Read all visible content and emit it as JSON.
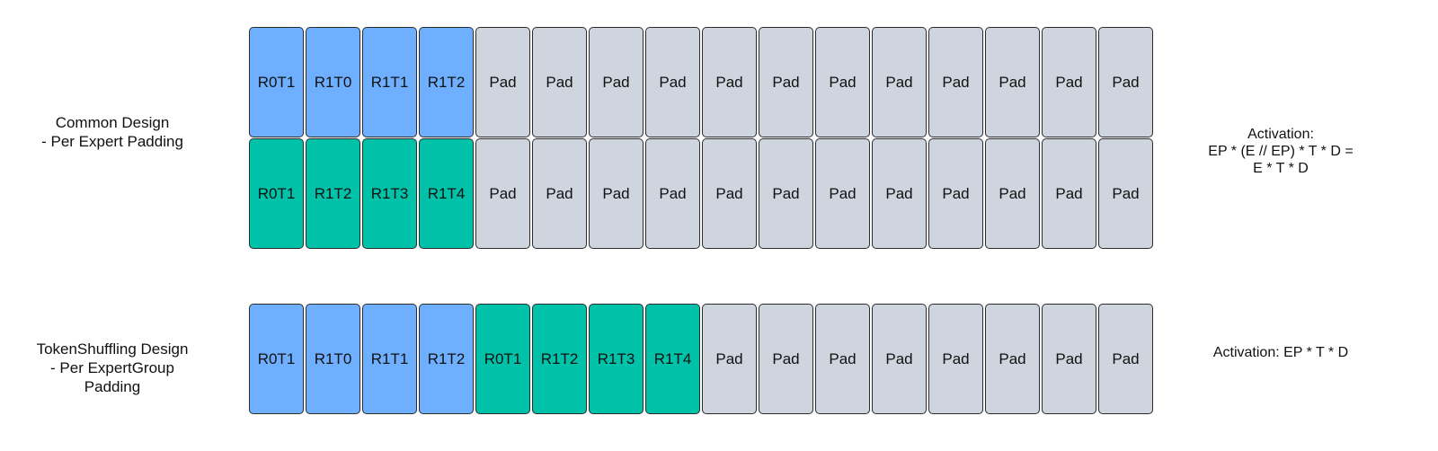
{
  "sections": [
    {
      "label": "Common Design\n- Per Expert Padding",
      "activation": "Activation:\nEP * (E // EP) * T * D =\nE * T * D",
      "rows": [
        [
          {
            "text": "R0T1",
            "kind": "blue"
          },
          {
            "text": "R1T0",
            "kind": "blue"
          },
          {
            "text": "R1T1",
            "kind": "blue"
          },
          {
            "text": "R1T2",
            "kind": "blue"
          },
          {
            "text": "Pad",
            "kind": "pad"
          },
          {
            "text": "Pad",
            "kind": "pad"
          },
          {
            "text": "Pad",
            "kind": "pad"
          },
          {
            "text": "Pad",
            "kind": "pad"
          },
          {
            "text": "Pad",
            "kind": "pad"
          },
          {
            "text": "Pad",
            "kind": "pad"
          },
          {
            "text": "Pad",
            "kind": "pad"
          },
          {
            "text": "Pad",
            "kind": "pad"
          },
          {
            "text": "Pad",
            "kind": "pad"
          },
          {
            "text": "Pad",
            "kind": "pad"
          },
          {
            "text": "Pad",
            "kind": "pad"
          },
          {
            "text": "Pad",
            "kind": "pad"
          }
        ],
        [
          {
            "text": "R0T1",
            "kind": "green"
          },
          {
            "text": "R1T2",
            "kind": "green"
          },
          {
            "text": "R1T3",
            "kind": "green"
          },
          {
            "text": "R1T4",
            "kind": "green"
          },
          {
            "text": "Pad",
            "kind": "pad"
          },
          {
            "text": "Pad",
            "kind": "pad"
          },
          {
            "text": "Pad",
            "kind": "pad"
          },
          {
            "text": "Pad",
            "kind": "pad"
          },
          {
            "text": "Pad",
            "kind": "pad"
          },
          {
            "text": "Pad",
            "kind": "pad"
          },
          {
            "text": "Pad",
            "kind": "pad"
          },
          {
            "text": "Pad",
            "kind": "pad"
          },
          {
            "text": "Pad",
            "kind": "pad"
          },
          {
            "text": "Pad",
            "kind": "pad"
          },
          {
            "text": "Pad",
            "kind": "pad"
          },
          {
            "text": "Pad",
            "kind": "pad"
          }
        ]
      ]
    },
    {
      "label": "TokenShuffling Design\n- Per ExpertGroup\nPadding",
      "activation": "Activation: EP * T * D",
      "rows": [
        [
          {
            "text": "R0T1",
            "kind": "blue"
          },
          {
            "text": "R1T0",
            "kind": "blue"
          },
          {
            "text": "R1T1",
            "kind": "blue"
          },
          {
            "text": "R1T2",
            "kind": "blue"
          },
          {
            "text": "R0T1",
            "kind": "green"
          },
          {
            "text": "R1T2",
            "kind": "green"
          },
          {
            "text": "R1T3",
            "kind": "green"
          },
          {
            "text": "R1T4",
            "kind": "green"
          },
          {
            "text": "Pad",
            "kind": "pad"
          },
          {
            "text": "Pad",
            "kind": "pad"
          },
          {
            "text": "Pad",
            "kind": "pad"
          },
          {
            "text": "Pad",
            "kind": "pad"
          },
          {
            "text": "Pad",
            "kind": "pad"
          },
          {
            "text": "Pad",
            "kind": "pad"
          },
          {
            "text": "Pad",
            "kind": "pad"
          },
          {
            "text": "Pad",
            "kind": "pad"
          }
        ]
      ]
    }
  ],
  "colors": {
    "blue": "#6eb0ff",
    "green": "#00c2a8",
    "pad": "#cfd5de"
  }
}
